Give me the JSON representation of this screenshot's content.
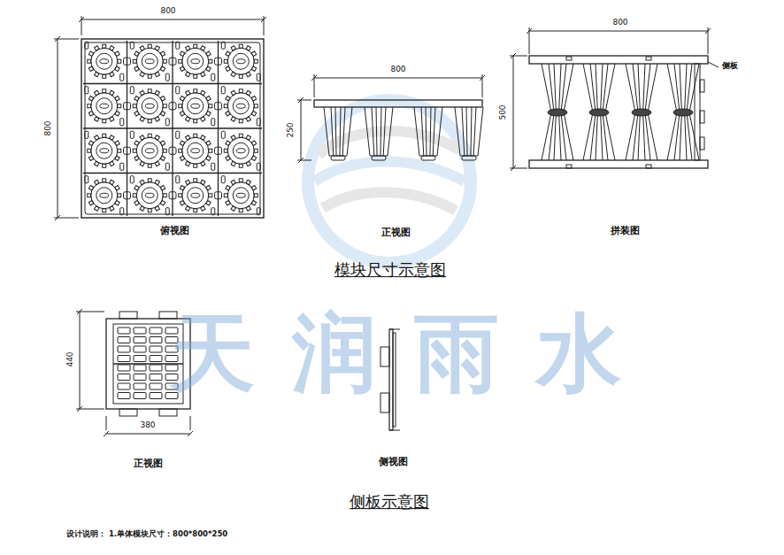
{
  "diagram": {
    "labels": [
      "800",
      "800",
      "俯视图",
      "800",
      "250",
      "正视图",
      "800",
      "500",
      "侧板",
      "拼装图",
      "模块尺寸示意图",
      "440",
      "380",
      "正视图",
      "侧视图",
      "侧板示意图",
      "设计说明： 1.单体模块尺寸：800*800*250",
      "天润雨水"
    ]
  }
}
